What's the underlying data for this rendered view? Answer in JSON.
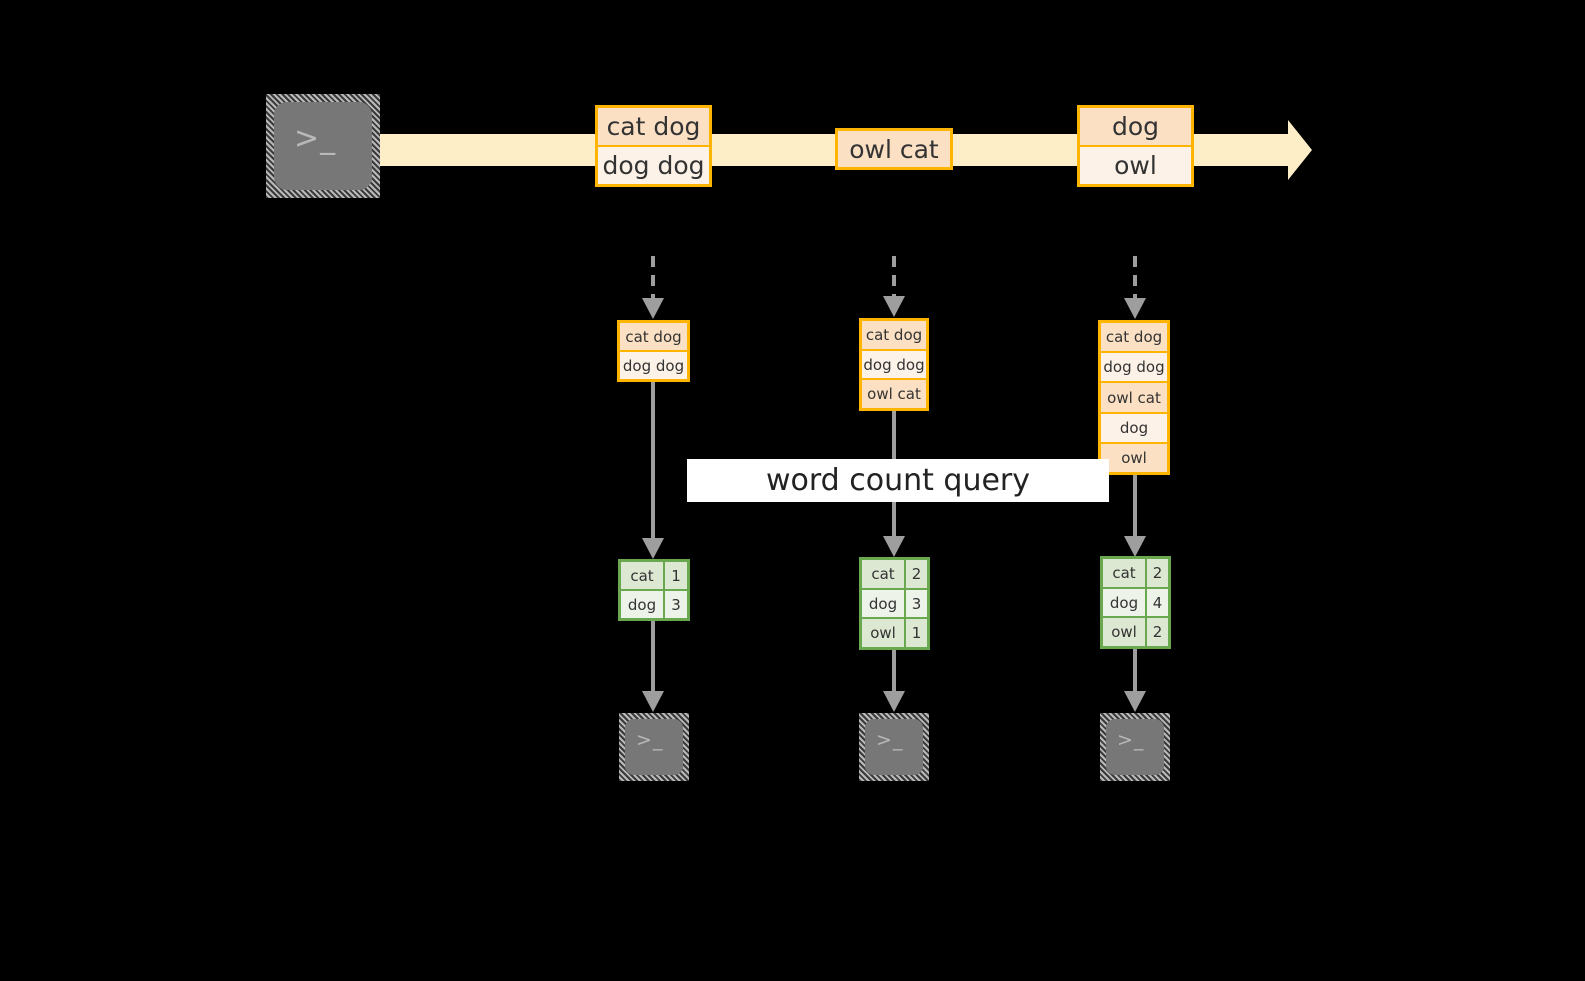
{
  "diagram": {
    "title_label": "word count query",
    "colors": {
      "stream_band": "#fdeec8",
      "event_border": "#ffb400",
      "event_shade_dark": "#fbe0c4",
      "event_shade_light": "#fdf2e7",
      "result_border": "#6aa84f",
      "result_shade_dark": "#dde8d3",
      "result_shade_light": "#eef3ea",
      "connector": "#9e9e9e",
      "terminal_body": "#777777",
      "background": "#000000",
      "label_background": "#ffffff"
    },
    "producer_terminal": {
      "glyph": ">_",
      "name": "producer-terminal"
    },
    "stream": {
      "events": [
        {
          "id": "event-group-1",
          "lines": [
            "cat dog",
            "dog dog"
          ]
        },
        {
          "id": "event-group-2",
          "lines": [
            "owl cat"
          ]
        },
        {
          "id": "event-group-3",
          "lines": [
            "dog",
            "owl"
          ]
        }
      ]
    },
    "snapshots": [
      {
        "id": "snapshot-1",
        "lines": [
          "cat dog",
          "dog dog"
        ]
      },
      {
        "id": "snapshot-2",
        "lines": [
          "cat dog",
          "dog dog",
          "owl cat"
        ]
      },
      {
        "id": "snapshot-3",
        "lines": [
          "cat dog",
          "dog dog",
          "owl cat",
          "dog",
          "owl"
        ]
      }
    ],
    "results": [
      {
        "id": "result-1",
        "rows": [
          {
            "word": "cat",
            "count": "1"
          },
          {
            "word": "dog",
            "count": "3"
          }
        ]
      },
      {
        "id": "result-2",
        "rows": [
          {
            "word": "cat",
            "count": "2"
          },
          {
            "word": "dog",
            "count": "3"
          },
          {
            "word": "owl",
            "count": "1"
          }
        ]
      },
      {
        "id": "result-3",
        "rows": [
          {
            "word": "cat",
            "count": "2"
          },
          {
            "word": "dog",
            "count": "4"
          },
          {
            "word": "owl",
            "count": "2"
          }
        ]
      }
    ],
    "consumer_terminals": [
      {
        "id": "consumer-terminal-1",
        "glyph": ">_"
      },
      {
        "id": "consumer-terminal-2",
        "glyph": ">_"
      },
      {
        "id": "consumer-terminal-3",
        "glyph": ">_"
      }
    ]
  }
}
